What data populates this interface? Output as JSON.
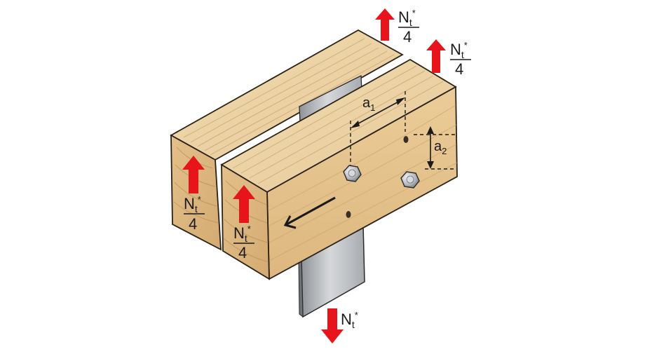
{
  "diagram": {
    "force_symbol": "N",
    "force_subscript": "t",
    "force_superscript": "*",
    "quarter_denominator": "4",
    "spacing_a1": {
      "letter": "a",
      "index": "1"
    },
    "spacing_a2": {
      "letter": "a",
      "index": "2"
    },
    "colors": {
      "arrow_red": "#e8141c",
      "timber_top": "#ecd3a6",
      "timber_side": "#e3c18c",
      "timber_end": "#dcb783",
      "steel_plate": "#b9bcc0",
      "outline": "#2a2218"
    }
  }
}
